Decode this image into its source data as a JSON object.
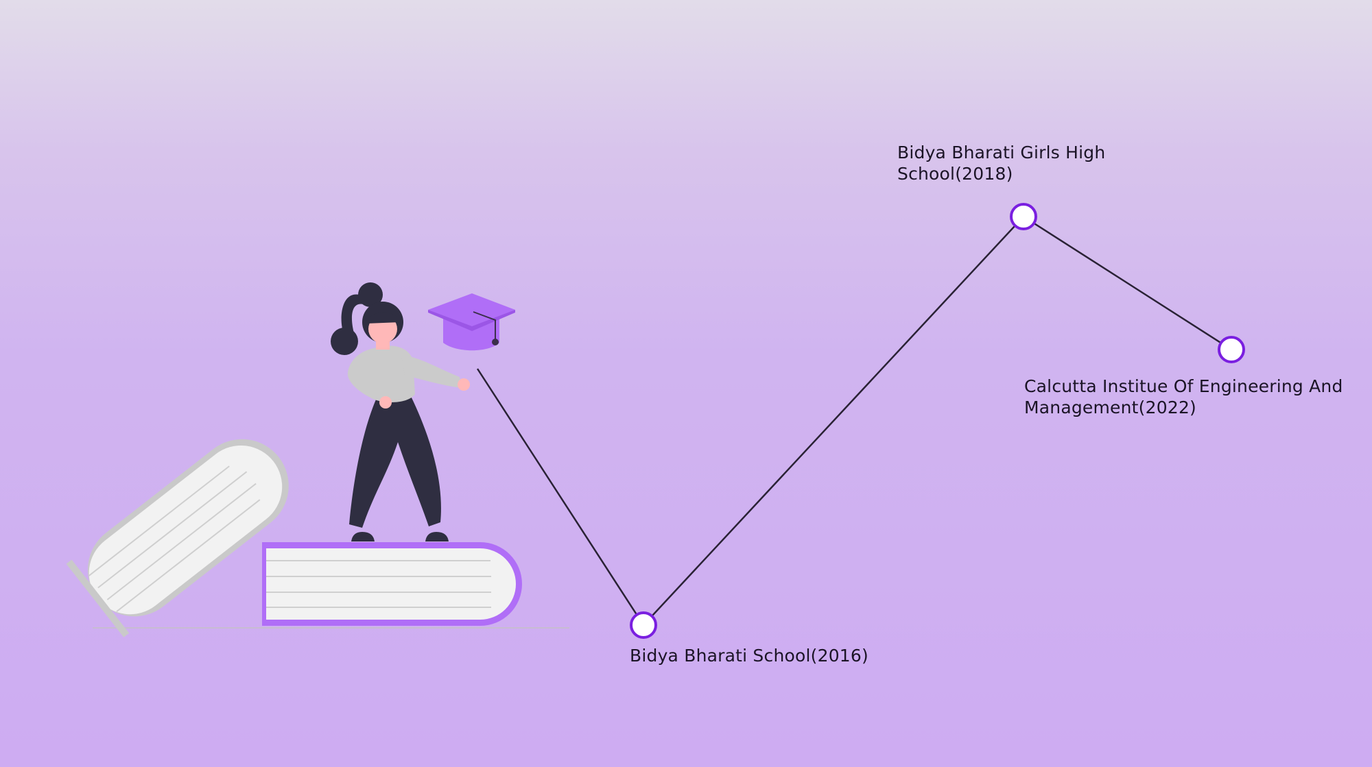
{
  "timeline": {
    "milestones": [
      {
        "label": "Bidya Bharati School(2016)"
      },
      {
        "label": "Bidya Bharati Girls High School(2018)"
      },
      {
        "label": "Calcutta Institue Of Engineering And Management(2022)"
      }
    ]
  },
  "colors": {
    "node_stroke": "#7a1fe0",
    "node_fill": "#ffffff",
    "line": "#2a2235",
    "accent_purple": "#b06ef7",
    "book_page": "#f2f2f2",
    "book_cover_gray": "#c9c9c9",
    "figure_dark": "#2f2e41",
    "skin": "#ffb8b8",
    "shirt": "#cbcbcb"
  },
  "illustration": {
    "subject": "woman-standing-on-books-with-graduation-cap"
  }
}
